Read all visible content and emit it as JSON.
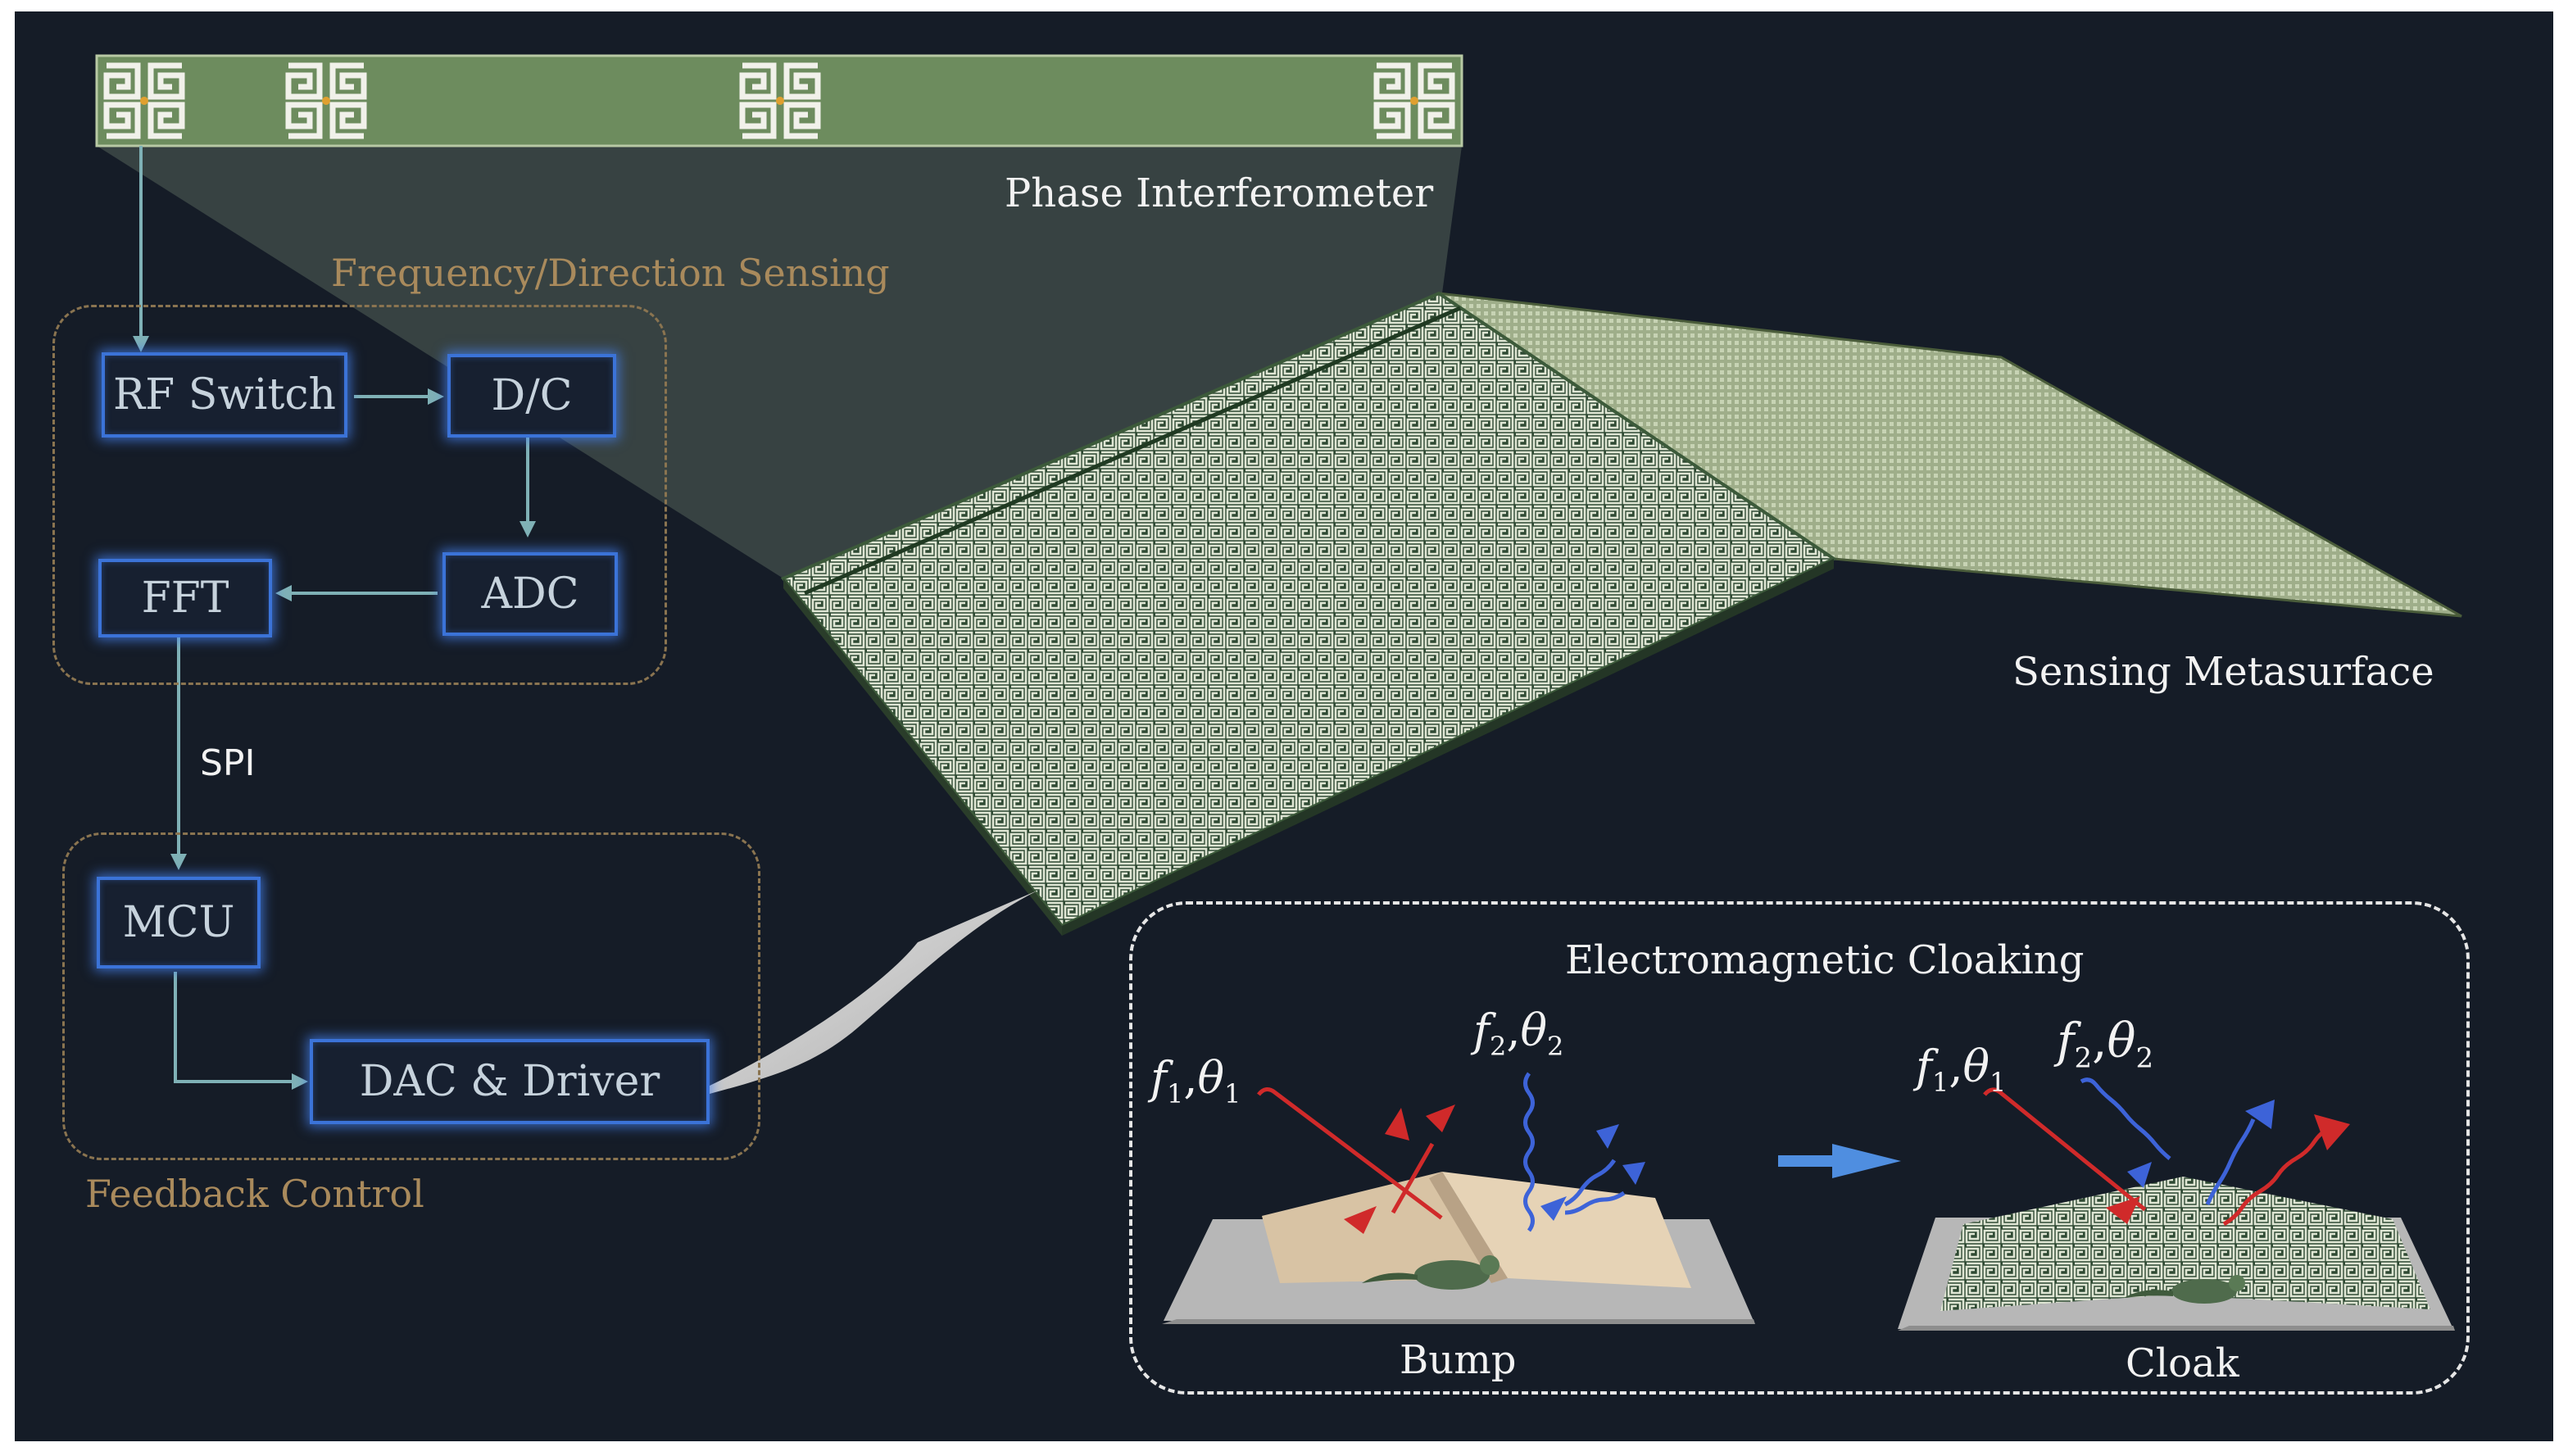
{
  "colors": {
    "background": "#151c27",
    "box_border": "#3b73d8",
    "connector": "#7fb1b6",
    "group_border": "#8a7450",
    "group_title": "#a98a5c",
    "metasurface": "#b9c7a8",
    "wave_red": "#d02a2a",
    "wave_blue": "#3d63d8",
    "flow_arrow": "#4f8ee0"
  },
  "labels": {
    "phase_interferometer": "Phase Interferometer",
    "frequency_direction_sensing": "Frequency/Direction Sensing",
    "feedback_control": "Feedback Control",
    "sensing_metasurface": "Sensing Metasurface",
    "spi": "SPI"
  },
  "blocks": {
    "rf_switch": "RF Switch",
    "dc": "D/C",
    "adc": "ADC",
    "fft": "FFT",
    "mcu": "MCU",
    "dac_driver": "DAC & Driver"
  },
  "cloaking": {
    "title": "Electromagnetic Cloaking",
    "bump_label": "Bump",
    "cloak_label": "Cloak",
    "f": "f",
    "theta": "θ",
    "comma": ",",
    "sub1": "1",
    "sub2": "2"
  },
  "icons": {
    "unit_cell": "meander-unit-cell-icon",
    "dinosaur": "dinosaur-object-icon"
  }
}
